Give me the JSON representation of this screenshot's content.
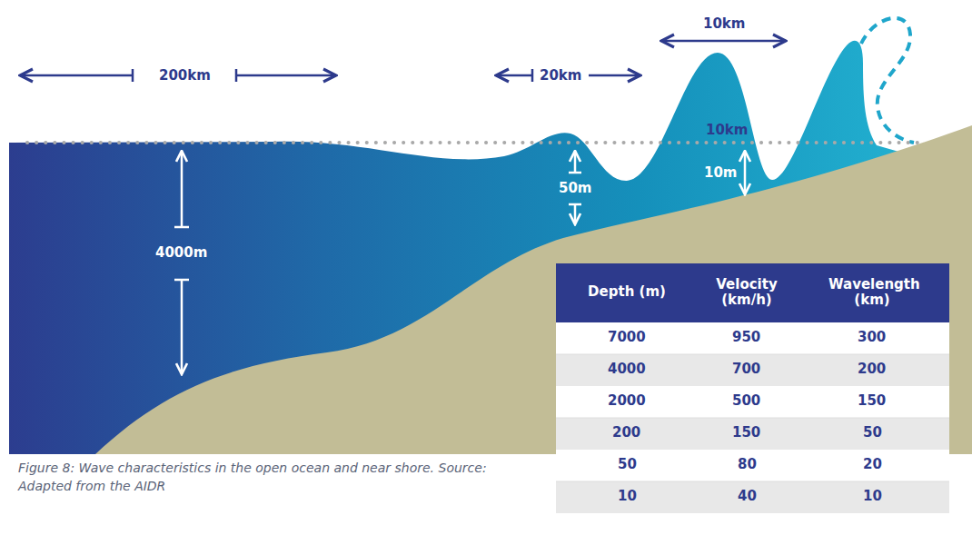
{
  "diagram": {
    "caption": "Figure 8: Wave characteristics in the open ocean and near shore. Source: Adapted from the AIDR",
    "labels": [
      "200km",
      "20km",
      "10km",
      "10km",
      "4000m",
      "50m",
      "10m",
      "Depth (m)",
      "Velocity (km/h)",
      "Wavelength (km)",
      "7000",
      "950",
      "300",
      "4000",
      "700",
      "200",
      "2000",
      "500",
      "150",
      "200",
      "150",
      "50",
      "50",
      "80",
      "20",
      "10",
      "40",
      "10"
    ]
  }
}
